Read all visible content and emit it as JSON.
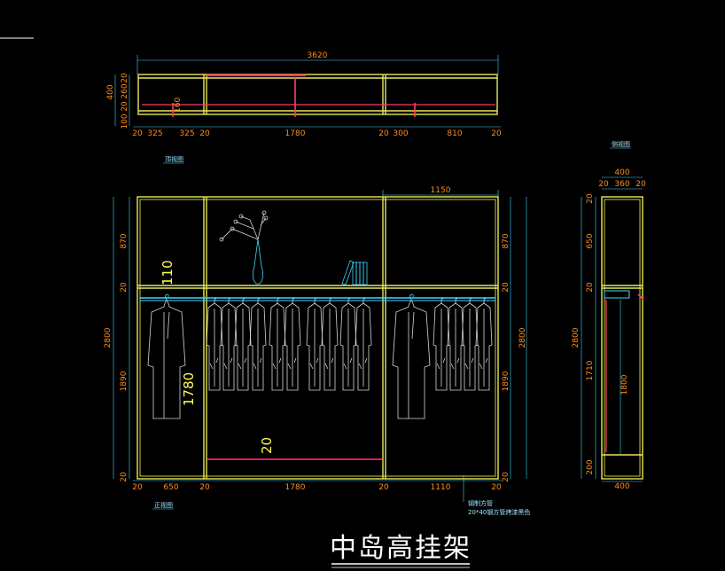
{
  "title": "中岛高挂架",
  "top_view": {
    "label": "顶视图",
    "overall_width": "3620",
    "left_height_dims": [
      "400",
      "100",
      "20",
      "260",
      "20"
    ],
    "bottom_dims": [
      "20",
      "325",
      "325",
      "20",
      "1780",
      "20",
      "300",
      "810",
      "20"
    ],
    "inner_dim": "160"
  },
  "front_view": {
    "label": "正视图",
    "top_dim": "1150",
    "left_overall": "2800",
    "left_dims": [
      "870",
      "20",
      "1890",
      "20"
    ],
    "right_overall": "2800",
    "right_dims": [
      "870",
      "20",
      "1890",
      "20"
    ],
    "bottom_dims": [
      "20",
      "650",
      "20",
      "1780",
      "20",
      "1110",
      "20"
    ],
    "annotation_110": "110",
    "annotation_1780": "1780",
    "annotation_20": "20",
    "note_line1": "钢制方管",
    "note_line2": "20*40钢方管烤漆黑色"
  },
  "side_view": {
    "label": "侧视图",
    "top_overall": "400",
    "top_dims": [
      "20",
      "360",
      "20"
    ],
    "left_overall": "2800",
    "left_dims": [
      "20",
      "650",
      "20",
      "1710",
      "200"
    ],
    "inner_dim": "1800",
    "bottom_dim": "400"
  },
  "colors": {
    "background": "#000000",
    "frame": "#e8e85a",
    "dimension_text": "#ff8c1a",
    "dimension_line": "#3fd8ff",
    "rail": "#ff3b6b",
    "garment": "#d6d6d6"
  }
}
